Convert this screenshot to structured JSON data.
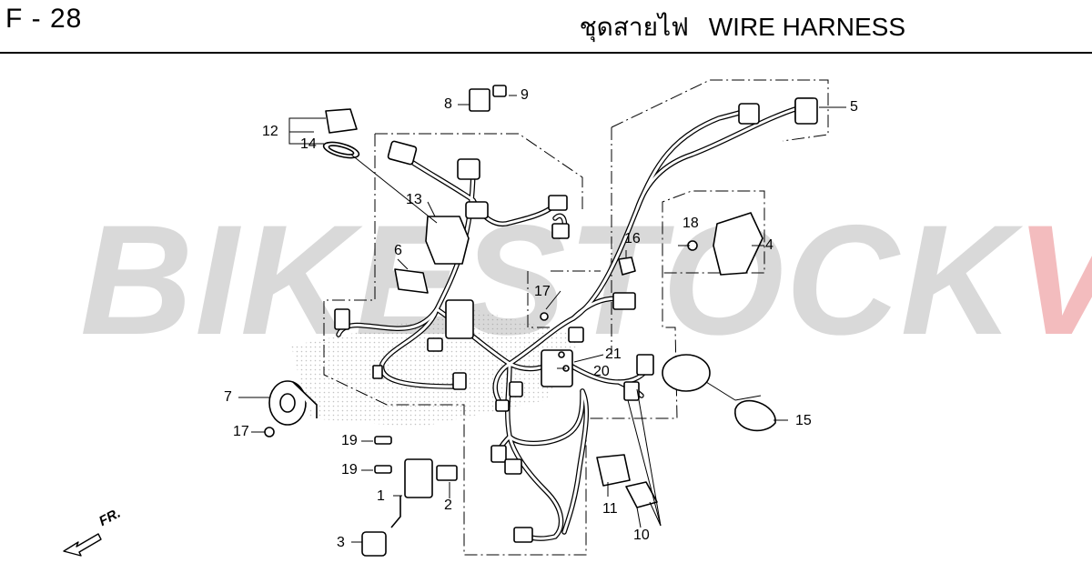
{
  "header": {
    "page_code": "F - 28",
    "title_thai": "ชุดสายไฟ",
    "title_en": "WIRE HARNESS"
  },
  "watermark": {
    "part_a": "BIKESTOCK",
    "part_b": "VN",
    "color_a": "#afafaf",
    "color_b": "#e25f64"
  },
  "orientation": {
    "label": "FR."
  },
  "callouts": [
    "1",
    "2",
    "3",
    "4",
    "5",
    "6",
    "7",
    "8",
    "9",
    "10",
    "11",
    "12",
    "13",
    "14",
    "15",
    "16",
    "17",
    "17",
    "18",
    "19",
    "19",
    "20",
    "21"
  ],
  "colors": {
    "line": "#000000",
    "background": "#ffffff"
  }
}
